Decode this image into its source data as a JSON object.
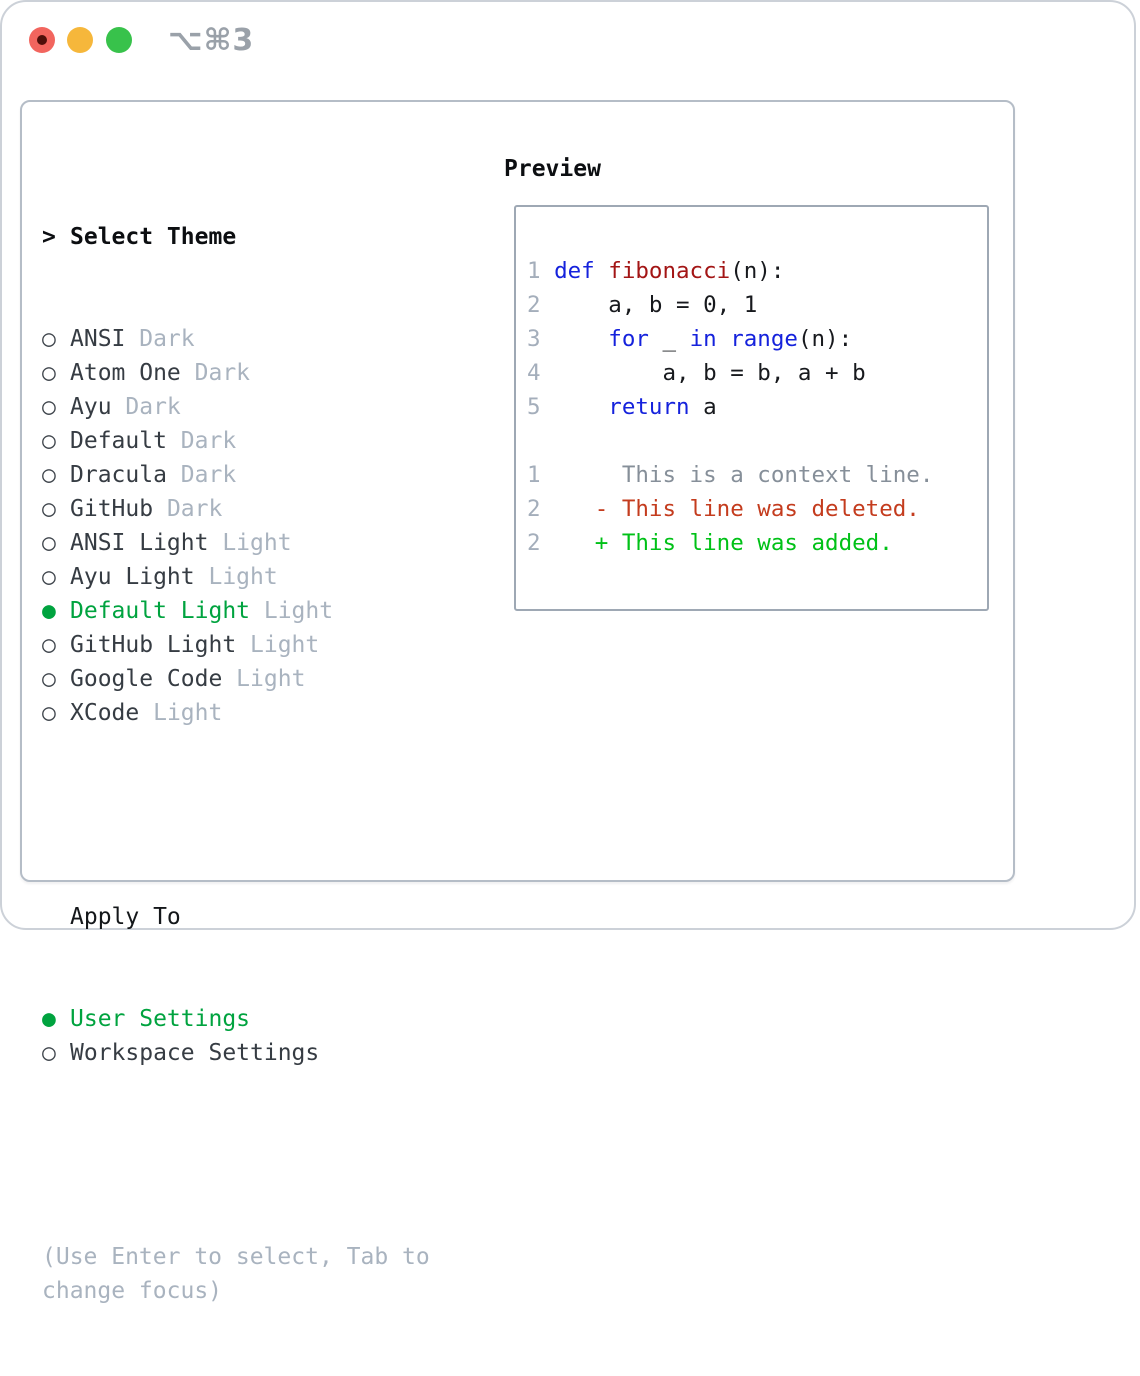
{
  "window": {
    "shortcut": "⌥⌘3",
    "traffic_lights": [
      {
        "name": "close",
        "color": "#f2655e",
        "has_inner_dot": true
      },
      {
        "name": "minimize",
        "color": "#f6b73b",
        "has_inner_dot": false
      },
      {
        "name": "zoom",
        "color": "#38c24b",
        "has_inner_dot": false
      }
    ]
  },
  "theme_list": {
    "header": {
      "marker": ">",
      "label": "Select Theme"
    },
    "unselected_marker": "○",
    "selected_marker": "●",
    "items": [
      {
        "name": "ANSI",
        "variant": "Dark",
        "selected": false
      },
      {
        "name": "Atom One",
        "variant": "Dark",
        "selected": false
      },
      {
        "name": "Ayu",
        "variant": "Dark",
        "selected": false
      },
      {
        "name": "Default",
        "variant": "Dark",
        "selected": false
      },
      {
        "name": "Dracula",
        "variant": "Dark",
        "selected": false
      },
      {
        "name": "GitHub",
        "variant": "Dark",
        "selected": false
      },
      {
        "name": "ANSI Light",
        "variant": "Light",
        "selected": false
      },
      {
        "name": "Ayu Light",
        "variant": "Light",
        "selected": false
      },
      {
        "name": "Default Light",
        "variant": "Light",
        "selected": true
      },
      {
        "name": "GitHub Light",
        "variant": "Light",
        "selected": false
      },
      {
        "name": "Google Code",
        "variant": "Light",
        "selected": false
      },
      {
        "name": "XCode",
        "variant": "Light",
        "selected": false
      }
    ]
  },
  "apply_to": {
    "header": "Apply To",
    "options": [
      {
        "name": "User Settings",
        "selected": true
      },
      {
        "name": "Workspace Settings",
        "selected": false
      }
    ]
  },
  "hint_lines": [
    "(Use Enter to select, Tab to",
    "change focus)"
  ],
  "preview": {
    "title": "Preview",
    "lines": [
      [
        [
          "num",
          "1 "
        ],
        [
          "kw",
          "def"
        ],
        [
          "pl",
          " "
        ],
        [
          "fn",
          "fibonacci"
        ],
        [
          "pl",
          "(n):"
        ]
      ],
      [
        [
          "num",
          "2 "
        ],
        [
          "pl",
          "    a, b = 0, 1"
        ]
      ],
      [
        [
          "num",
          "3 "
        ],
        [
          "pl",
          "    "
        ],
        [
          "kw",
          "for"
        ],
        [
          "pl",
          " _ "
        ],
        [
          "kw",
          "in"
        ],
        [
          "pl",
          " "
        ],
        [
          "kw",
          "range"
        ],
        [
          "pl",
          "(n):"
        ]
      ],
      [
        [
          "num",
          "4 "
        ],
        [
          "pl",
          "        a, b = b, a + b"
        ]
      ],
      [
        [
          "num",
          "5 "
        ],
        [
          "pl",
          "    "
        ],
        [
          "kw",
          "return"
        ],
        [
          "pl",
          " a"
        ]
      ],
      [],
      [
        [
          "num",
          "1 "
        ],
        [
          "ctx",
          "     This is a context line."
        ]
      ],
      [
        [
          "num",
          "2 "
        ],
        [
          "pl",
          "   "
        ],
        [
          "del",
          "- This line was deleted."
        ]
      ],
      [
        [
          "num",
          "2 "
        ],
        [
          "pl",
          "   "
        ],
        [
          "add",
          "+ This line was added."
        ]
      ]
    ]
  },
  "colors": {
    "selected_green": "#00a33f",
    "added_green": "#00c117",
    "deleted_red": "#c43c1e",
    "keyword_blue": "#1522dc",
    "function_red": "#a31515",
    "muted_gray": "#a9b3bf",
    "line_number_gray": "#a4aebb",
    "context_gray": "#868f99"
  }
}
